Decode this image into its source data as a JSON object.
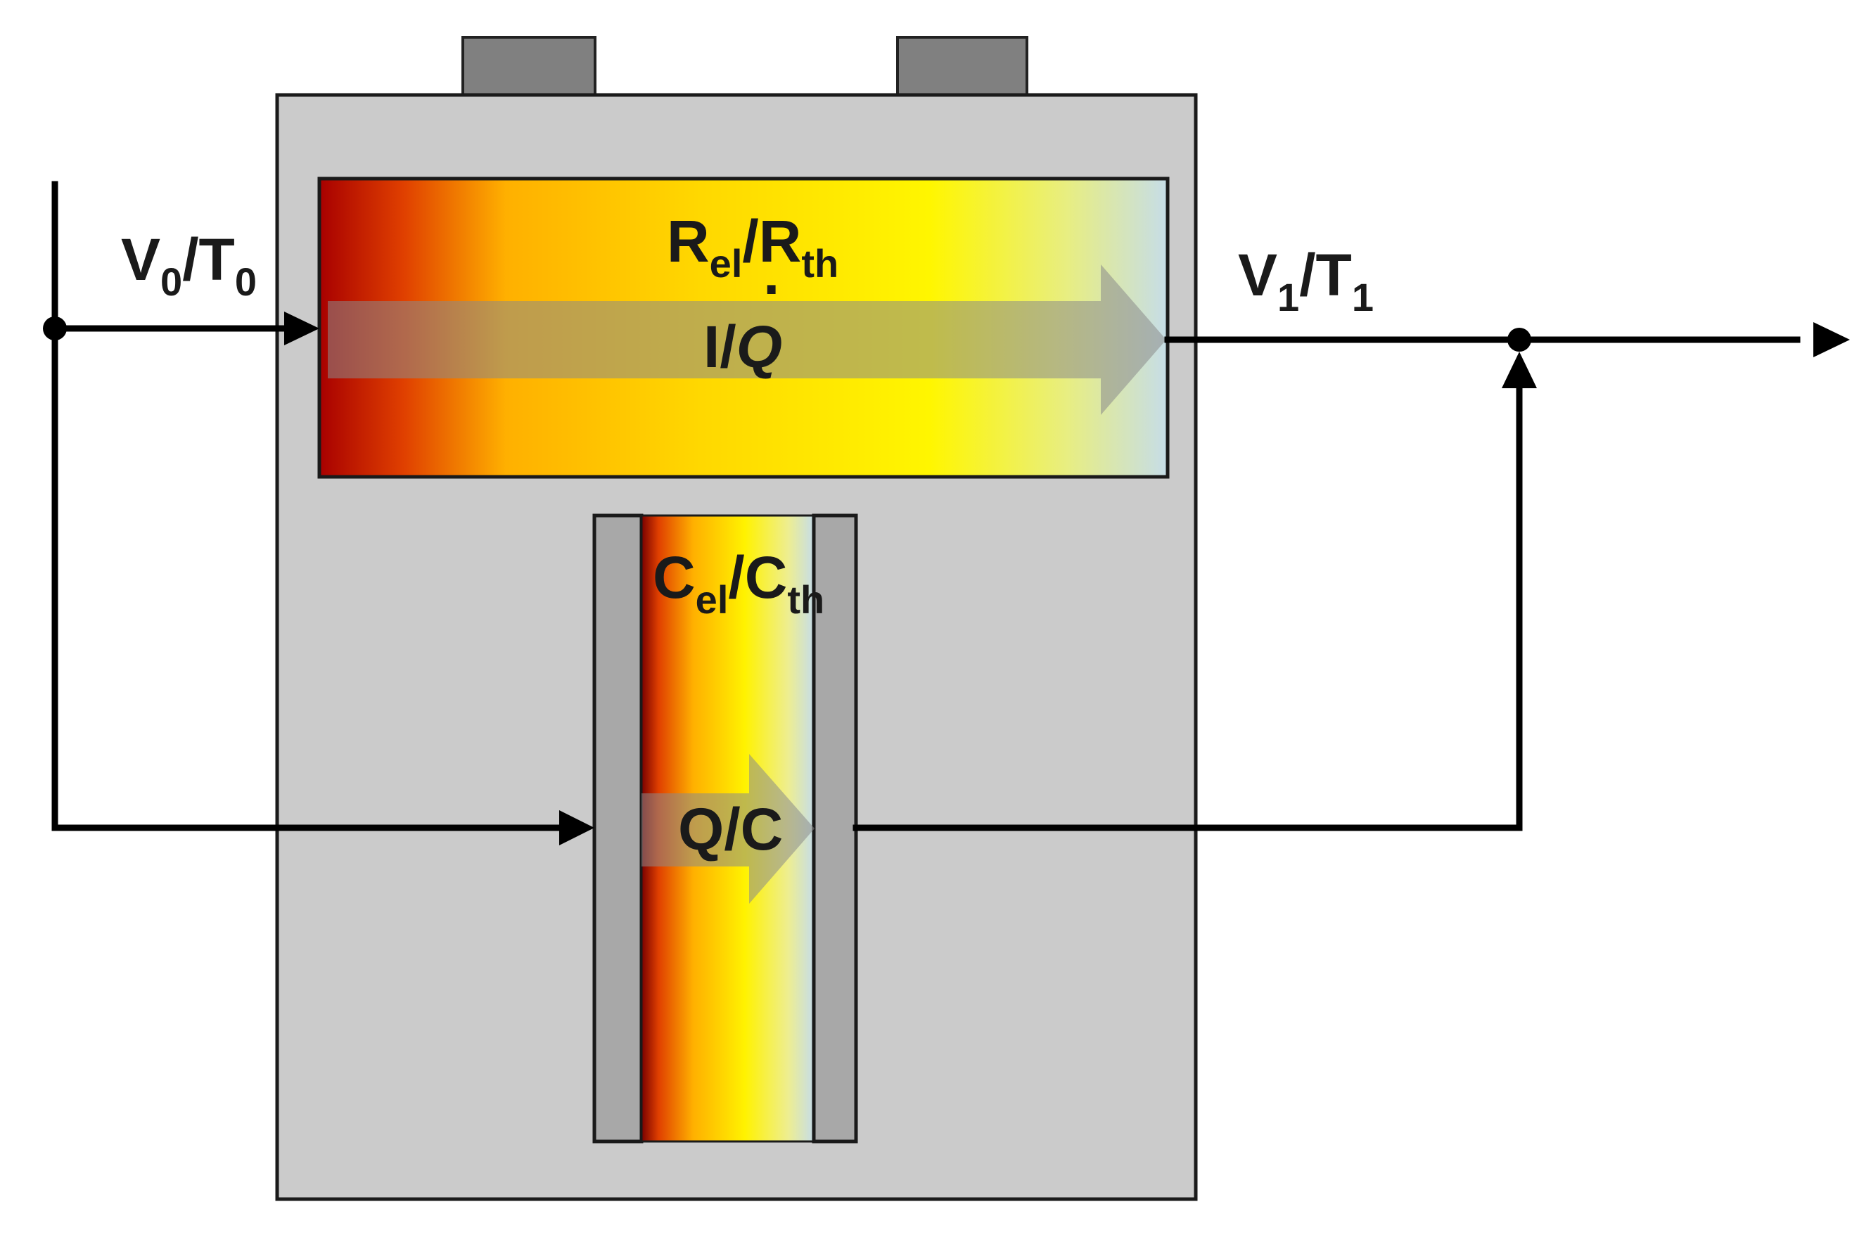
{
  "labels": {
    "input": {
      "main": "V",
      "sub1": "0",
      "sep": "/T",
      "sub2": "0"
    },
    "output": {
      "main": "V",
      "sub1": "1",
      "sep": "/T",
      "sub2": "1"
    },
    "resistor": {
      "main": "R",
      "sub1": "el",
      "sep": "/R",
      "sub2": "th"
    },
    "capacitor": {
      "main": "C",
      "sub1": "el",
      "sep": "/C",
      "sub2": "th"
    },
    "flow": {
      "text": "I/",
      "qdot": "Q",
      "dot": "·"
    },
    "charge": "Q/C"
  },
  "colors": {
    "cell_body": "#cbcbcb",
    "terminal": "#808080",
    "plate": "#a8a8a8",
    "gradient": [
      "#b00000",
      "#f07a00",
      "#ffd000",
      "#fff800",
      "#c8dfe8"
    ],
    "arrow_overlay": "#8a8a8a"
  }
}
